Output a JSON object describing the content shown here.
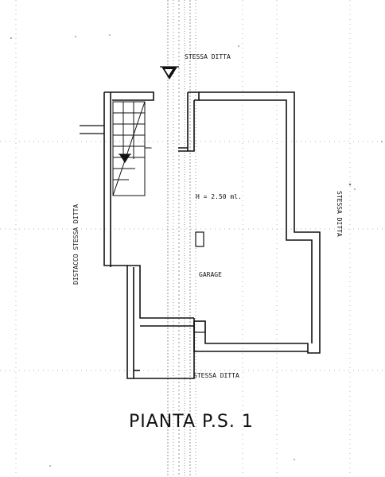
{
  "labels": {
    "top": "STESSA DITTA",
    "right": "STESSA DITTA",
    "left": "DISTACCO STESSA DITTA",
    "bottom": "STESSA DITTA",
    "height": "H = 2.50 ml.",
    "room": "GARAGE"
  },
  "title": "PIANTA P.S. 1",
  "colors": {
    "ink": "#111111",
    "grid": "#9a9a9a",
    "paper": "#ffffff"
  },
  "icons": [
    "north-arrow-icon",
    "stair-arrow-icon"
  ]
}
